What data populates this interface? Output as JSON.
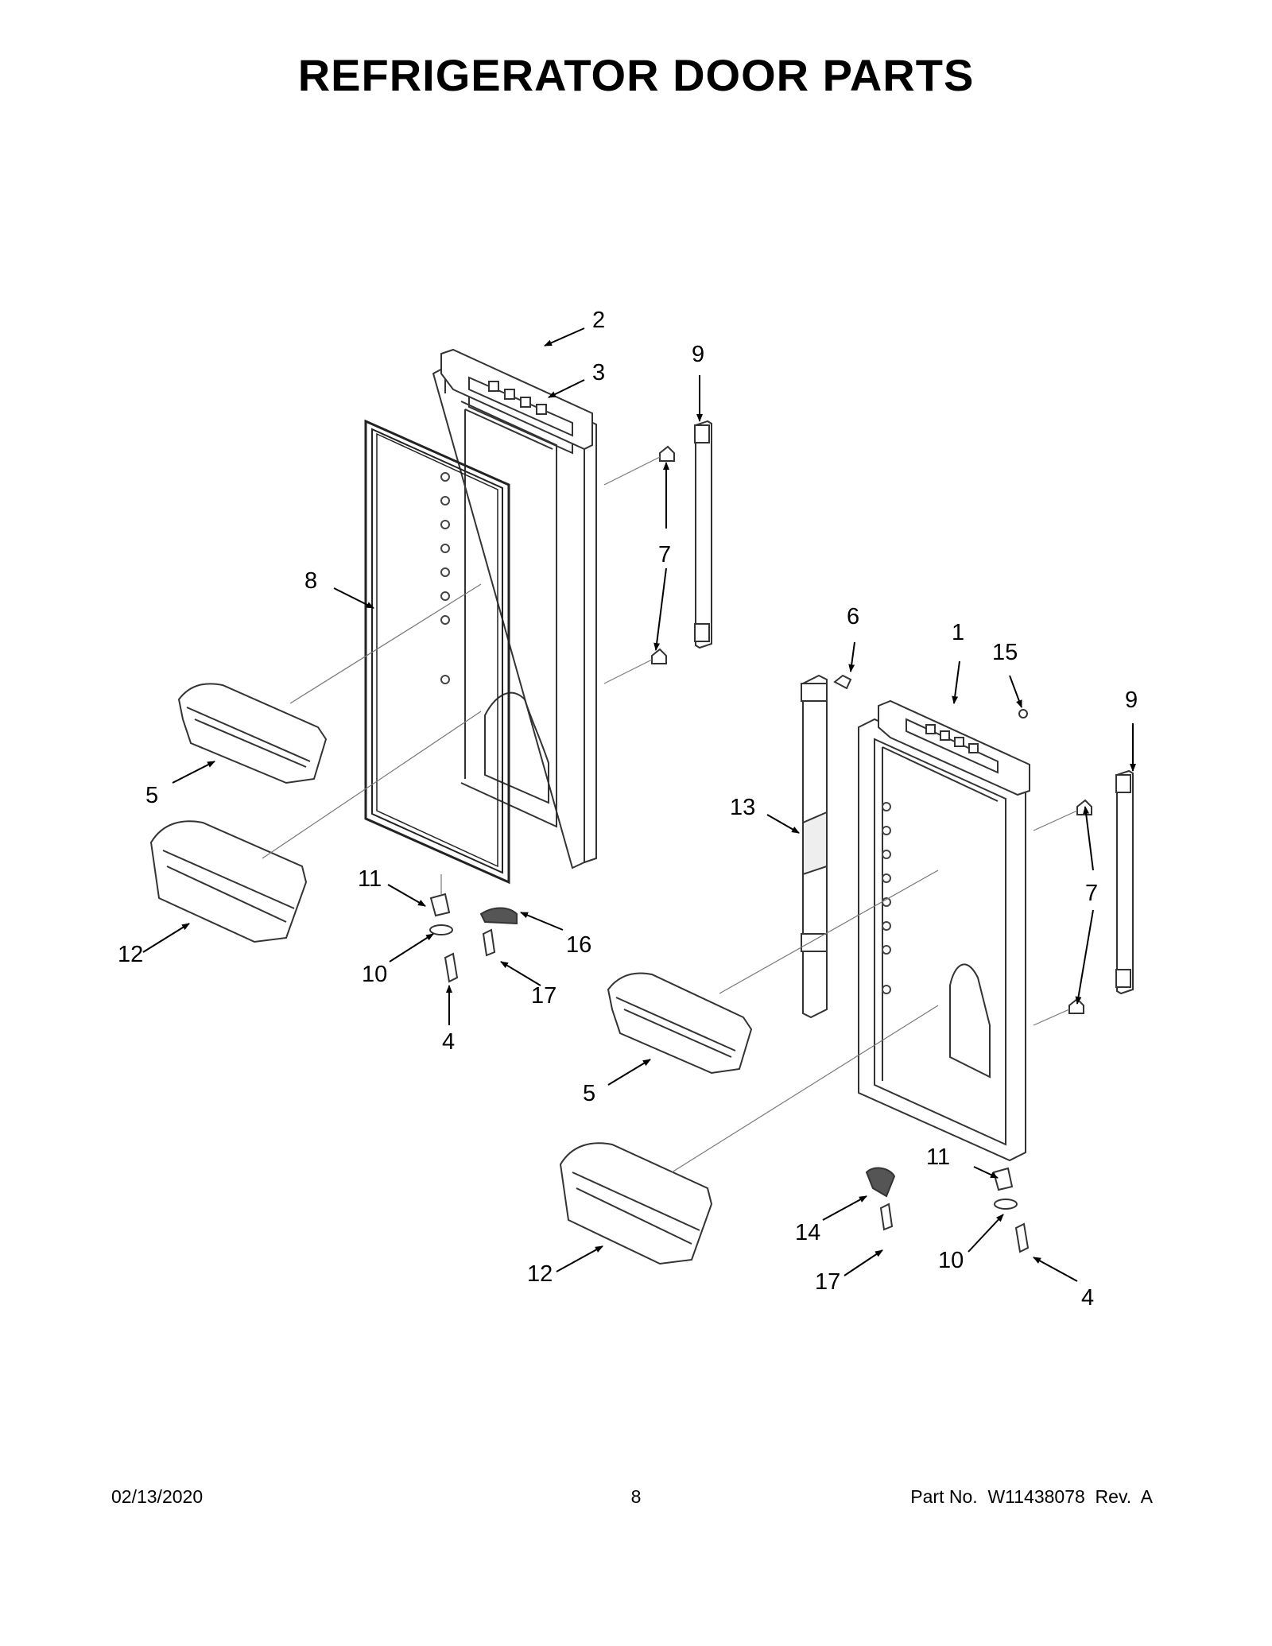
{
  "title": "REFRIGERATOR DOOR PARTS",
  "callouts": [
    {
      "key": "c2",
      "label": "2"
    },
    {
      "key": "c3",
      "label": "3"
    },
    {
      "key": "c9a",
      "label": "9"
    },
    {
      "key": "c7a",
      "label": "7"
    },
    {
      "key": "c8",
      "label": "8"
    },
    {
      "key": "c5a",
      "label": "5"
    },
    {
      "key": "c12a",
      "label": "12"
    },
    {
      "key": "c11a",
      "label": "11"
    },
    {
      "key": "c16",
      "label": "16"
    },
    {
      "key": "c10a",
      "label": "10"
    },
    {
      "key": "c17a",
      "label": "17"
    },
    {
      "key": "c4a",
      "label": "4"
    },
    {
      "key": "c6",
      "label": "6"
    },
    {
      "key": "c1",
      "label": "1"
    },
    {
      "key": "c15",
      "label": "15"
    },
    {
      "key": "c9b",
      "label": "9"
    },
    {
      "key": "c13",
      "label": "13"
    },
    {
      "key": "c7b",
      "label": "7"
    },
    {
      "key": "c5b",
      "label": "5"
    },
    {
      "key": "c12b",
      "label": "12"
    },
    {
      "key": "c11b",
      "label": "11"
    },
    {
      "key": "c14",
      "label": "14"
    },
    {
      "key": "c17b",
      "label": "17"
    },
    {
      "key": "c10b",
      "label": "10"
    },
    {
      "key": "c4b",
      "label": "4"
    }
  ],
  "footer": {
    "date": "02/13/2020",
    "page": "8",
    "part_info": "Part No.  W11438078  Rev.  A"
  }
}
